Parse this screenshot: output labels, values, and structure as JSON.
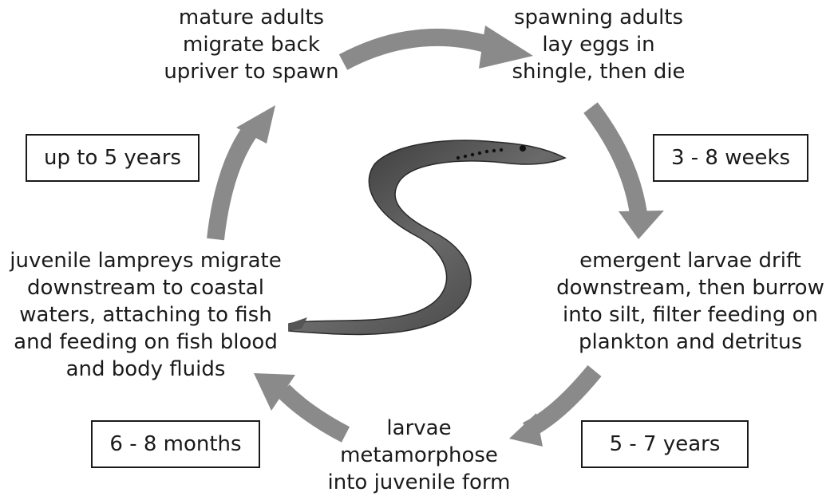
{
  "stages": {
    "mature_adults": "mature adults\nmigrate back\nupriver to spawn",
    "spawning_adults": "spawning adults\nlay eggs in\nshingle, then die",
    "emergent_larvae": "emergent larvae drift\ndownstream, then burrow\ninto silt, filter feeding on\nplankton and detritus",
    "metamorphose": "larvae\nmetamorphose\ninto juvenile form",
    "juvenile_lampreys": "juvenile lampreys migrate\ndownstream to coastal\nwaters, attaching to fish\nand feeding on fish blood\nand body fluids"
  },
  "durations": {
    "adult_phase": "up to 5 years",
    "egg_phase": "3 - 8 weeks",
    "larval_phase": "5 - 7 years",
    "juvenile_phase": "6 - 8 months"
  },
  "colors": {
    "arrow": "#8a8a8a",
    "text": "#1a1a1a",
    "lamprey_dark": "#3c3c3c",
    "lamprey_light": "#9a9a9a"
  },
  "icons": {
    "central_image": "lamprey-illustration"
  }
}
